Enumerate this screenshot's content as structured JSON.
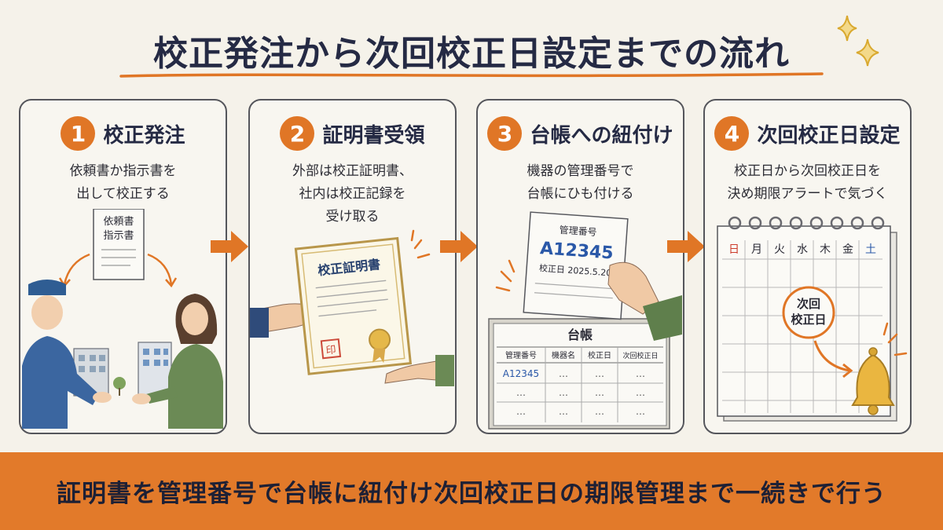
{
  "title": "校正発注から次回校正日設定までの流れ",
  "colors": {
    "accent": "#e07626",
    "navy": "#252a44",
    "footer": "#e27a2a",
    "background": "#f5f2ea"
  },
  "steps": [
    {
      "number": "1",
      "title": "校正発注",
      "description": "依頼書か指示書を\n出して校正する",
      "doc_lines": [
        "依頼書",
        "指示書"
      ]
    },
    {
      "number": "2",
      "title": "証明書受領",
      "description": "外部は校正証明書、\n社内は校正記録を\n受け取る",
      "certificate_title": "校正証明書",
      "seal": "印"
    },
    {
      "number": "3",
      "title": "台帳への紐付け",
      "description": "機器の管理番号で\n台帳にひも付ける",
      "tag": {
        "label": "管理番号",
        "code": "A12345",
        "date": "校正日 2025.5.20"
      },
      "ledger": {
        "title": "台帳",
        "headers": [
          "管理番号",
          "機器名",
          "校正日",
          "次回校正日"
        ],
        "rows": [
          [
            "A12345",
            "…",
            "…",
            "…"
          ],
          [
            "…",
            "…",
            "…",
            "…"
          ],
          [
            "…",
            "…",
            "…",
            "…"
          ]
        ]
      }
    },
    {
      "number": "4",
      "title": "次回校正日設定",
      "description": "校正日から次回校正日を\n決め期限アラートで気づく",
      "weekdays": [
        "日",
        "月",
        "火",
        "水",
        "木",
        "金",
        "土"
      ],
      "badge_line1": "次回",
      "badge_line2": "校正日"
    }
  ],
  "footer": "証明書を管理番号で台帳に紐付け次回校正日の期限管理まで一続きで行う",
  "icons": [
    "sparkle-icon",
    "arrow-right-icon",
    "bell-icon",
    "calendar-icon",
    "seal-icon",
    "medal-icon"
  ]
}
